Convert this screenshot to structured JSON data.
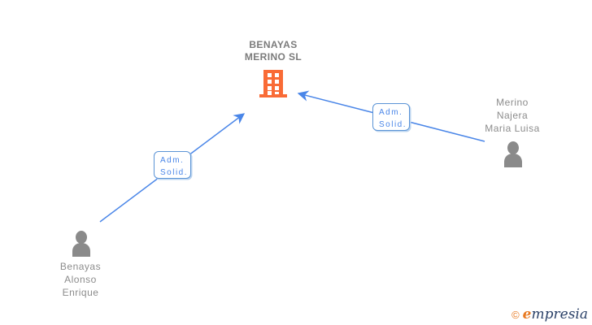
{
  "diagram": {
    "company": {
      "name": "BENAYAS\nMERINO SL"
    },
    "people": [
      {
        "name": "Benayas\nAlonso\nEnrique"
      },
      {
        "name": "Merino\nNajera\nMaria Luisa"
      }
    ],
    "edges": [
      {
        "label": "Adm.\nSolid.",
        "from": "Benayas Alonso Enrique",
        "to": "BENAYAS MERINO SL"
      },
      {
        "label": "Adm.\nSolid.",
        "from": "Merino Najera Maria Luisa",
        "to": "BENAYAS MERINO SL"
      }
    ],
    "icons": {
      "company": "building-icon",
      "person": "person-icon"
    }
  },
  "footer": {
    "copyright": "©",
    "brand_initial": "e",
    "brand_rest": "mpresia"
  },
  "colors": {
    "edge_blue": "#4a86e8",
    "label_border_blue": "#5b94d6",
    "building_orange": "#f96b36",
    "person_gray": "#8a8a8a",
    "text_gray": "#8c8c8c",
    "title_gray": "#7b7b7b",
    "logo_orange": "#e87a22",
    "logo_navy": "#2b4168"
  }
}
